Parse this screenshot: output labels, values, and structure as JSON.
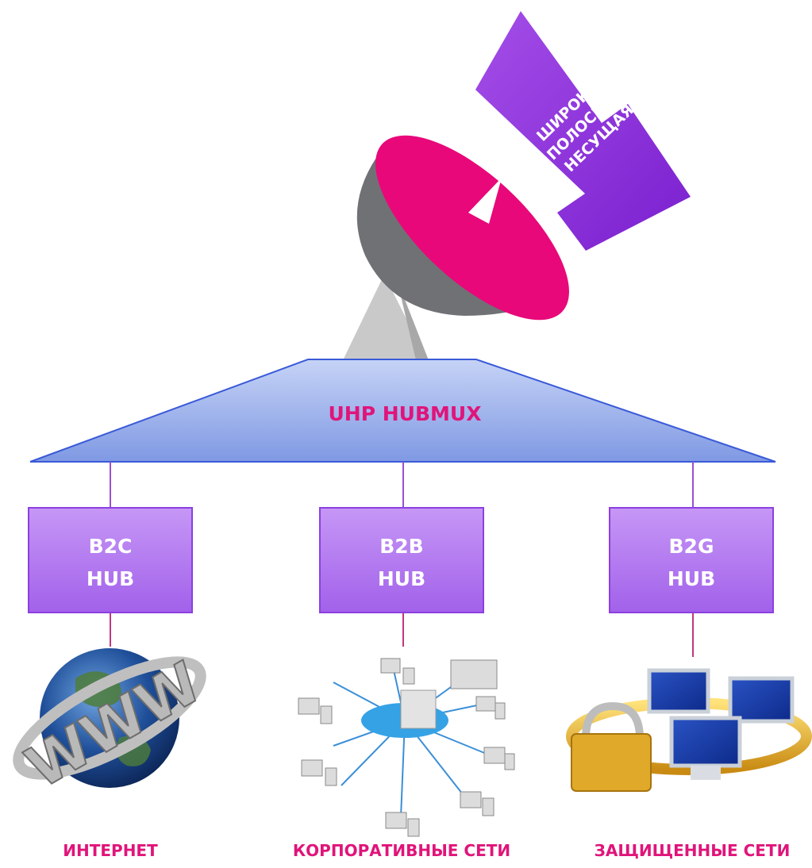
{
  "carrier": {
    "lines": [
      "ШИРОКО-",
      "ПОЛОСНАЯ",
      "НЕСУЩАЯ"
    ],
    "color": "#8e2fd8"
  },
  "hubmux": {
    "label": "UHP HUBMUX",
    "label_color": "#e0147a"
  },
  "hubs": [
    {
      "line1": "B2C",
      "line2": "HUB",
      "network_label": "ИНТЕРНЕТ",
      "network_icon": "www-globe-icon"
    },
    {
      "line1": "B2B",
      "line2": "HUB",
      "network_label": "КОРПОРАТИВНЫЕ СЕТИ",
      "network_icon": "corporate-network-icon"
    },
    {
      "line1": "B2G",
      "line2": "HUB",
      "network_label": "ЗАЩИЩЕННЫЕ СЕТИ",
      "network_icon": "secure-network-icon"
    }
  ],
  "colors": {
    "dish": "#e8087a",
    "dish_back": "#707175",
    "hub_fill": "#b77af0",
    "connector": "#9b4fd6",
    "accent_text": "#e0147a"
  }
}
